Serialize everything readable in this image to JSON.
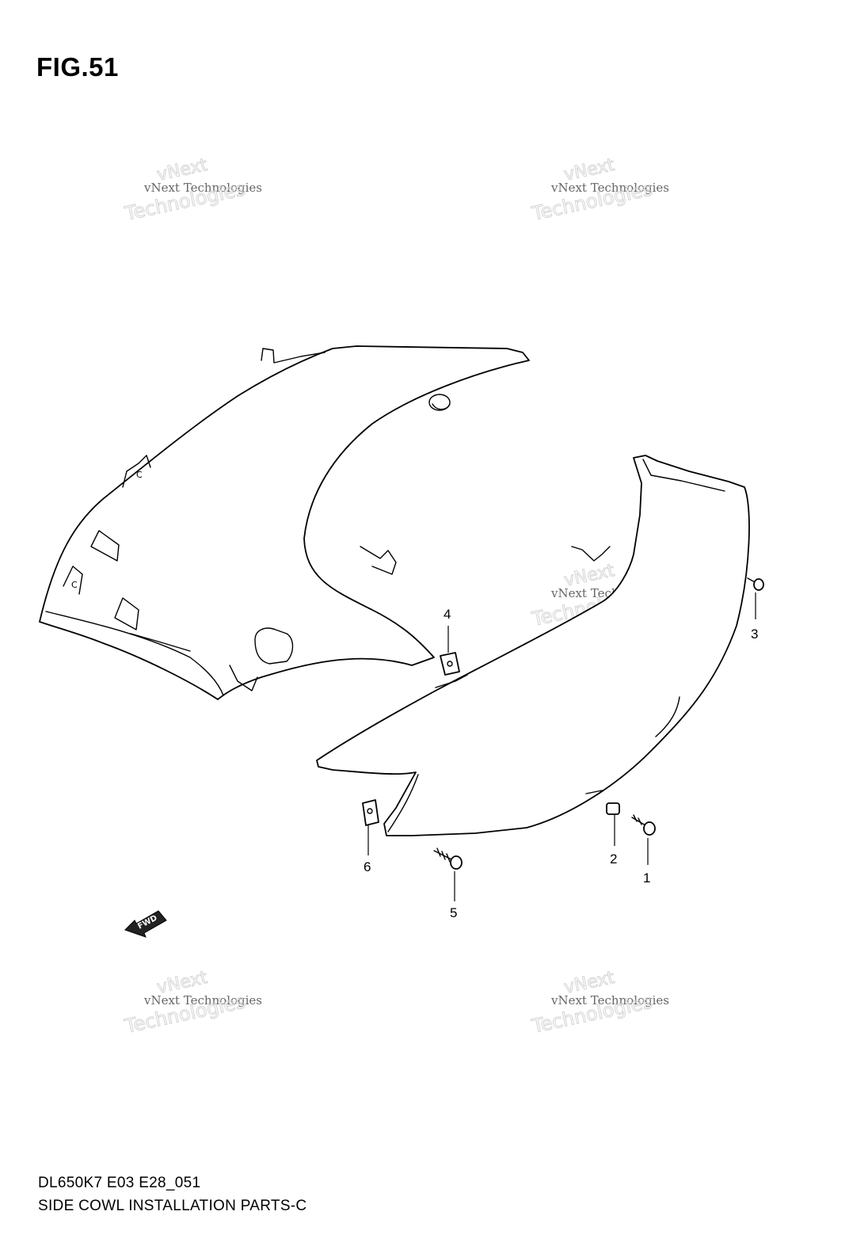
{
  "figure": {
    "title": "FIG.51"
  },
  "footer": {
    "model_code": "DL650K7 E03 E28_051",
    "section_name": "SIDE COWL INSTALLATION PARTS-C"
  },
  "fwd_arrow": {
    "label": "FWD"
  },
  "callouts": [
    {
      "number": "1"
    },
    {
      "number": "2"
    },
    {
      "number": "3"
    },
    {
      "number": "4"
    },
    {
      "number": "5"
    },
    {
      "number": "6"
    }
  ],
  "watermark": {
    "line1": "vNext Technologies",
    "line2": "vNext",
    "line3": "Technologies"
  }
}
